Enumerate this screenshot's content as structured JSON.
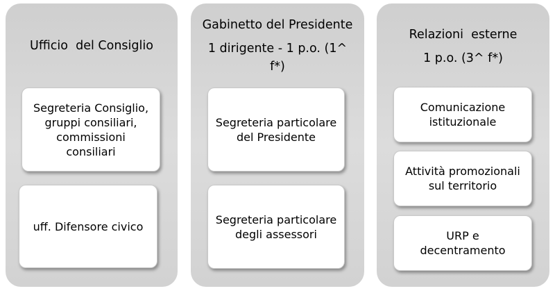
{
  "columns": [
    {
      "title_lines": [
        "Ufficio  del Consiglio"
      ],
      "boxes": [
        "Segreteria Consiglio,\ngruppi consiliari,\ncommissioni\nconsiliari",
        "uff. Difensore civico"
      ]
    },
    {
      "title_lines": [
        "Gabinetto del Presidente",
        "1 dirigente - 1 p.o. (1^\nf*)"
      ],
      "boxes": [
        "Segreteria particolare\ndel Presidente",
        "Segreteria particolare\ndegli assessori"
      ]
    },
    {
      "title_lines": [
        "Relazioni  esterne",
        "1 p.o. (3^ f*)"
      ],
      "boxes": [
        "Comunicazione\nistituzionale",
        "Attività promozionali\nsul territorio",
        "URP e\ndecentramento"
      ]
    }
  ]
}
